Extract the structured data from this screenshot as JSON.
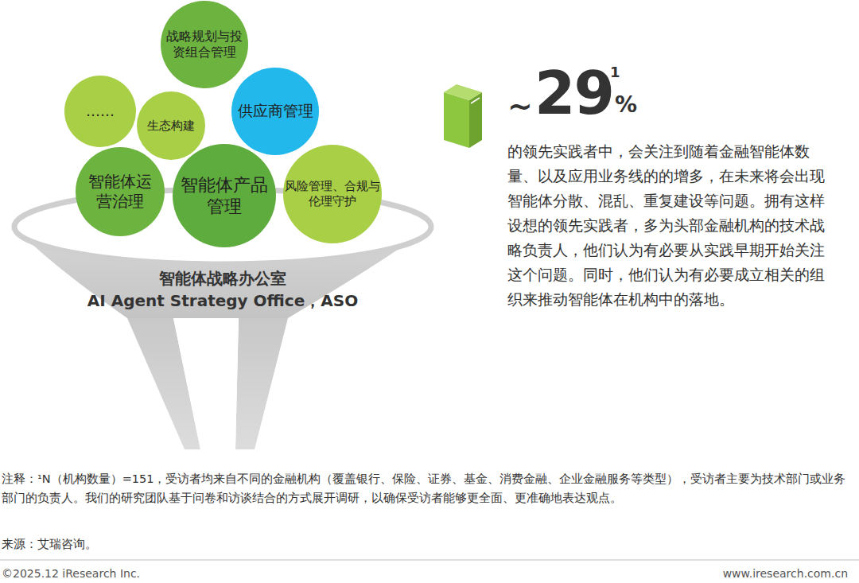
{
  "diagram": {
    "nodes": [
      {
        "text": [
          "战略规划与投资组合管理"
        ]
      },
      {
        "text": [
          "……"
        ]
      },
      {
        "text": [
          "生态构建"
        ]
      },
      {
        "text": [
          "供应商管理"
        ]
      },
      {
        "text": [
          "智能体运营治理"
        ]
      },
      {
        "text": [
          "智能体产品管理"
        ]
      },
      {
        "text": [
          "风险管理、合规与伦理守护"
        ]
      },
      {
        "text": [
          "智能体战略办公室",
          "AI Agent Strategy Office，ASO"
        ]
      }
    ],
    "labels": [
      "~",
      "29",
      "%",
      "1",
      "的领先实践者中，会关注到随着金融智能体数量、以及应用业务线的的增多，在未来将会出现智能体分散、混乱、重复建设等问题。拥有这样设想的领先实践者，多为头部金融机构的技术战略负责人，他们认为有必要从实践早期开始关注这个问题。同时，他们认为有必要成立相关的组织来推动智能体在机构中的落地。",
      "注释：¹N（机构数量）=151，受访者均来自不同的金融机构（覆盖银行、保险、证券、基金、消费金融、企业金融服务等类型），受访者主要为技术部门或业务部门的负责人。我们的研究团队基于问卷和访谈结合的方式展开调研，以确保受访者能够更全面、更准确地表达观点。",
      "来源：艾瑞咨询。",
      "©2025.12 iResearch Inc.",
      "www.iresearch.com.cn"
    ]
  }
}
